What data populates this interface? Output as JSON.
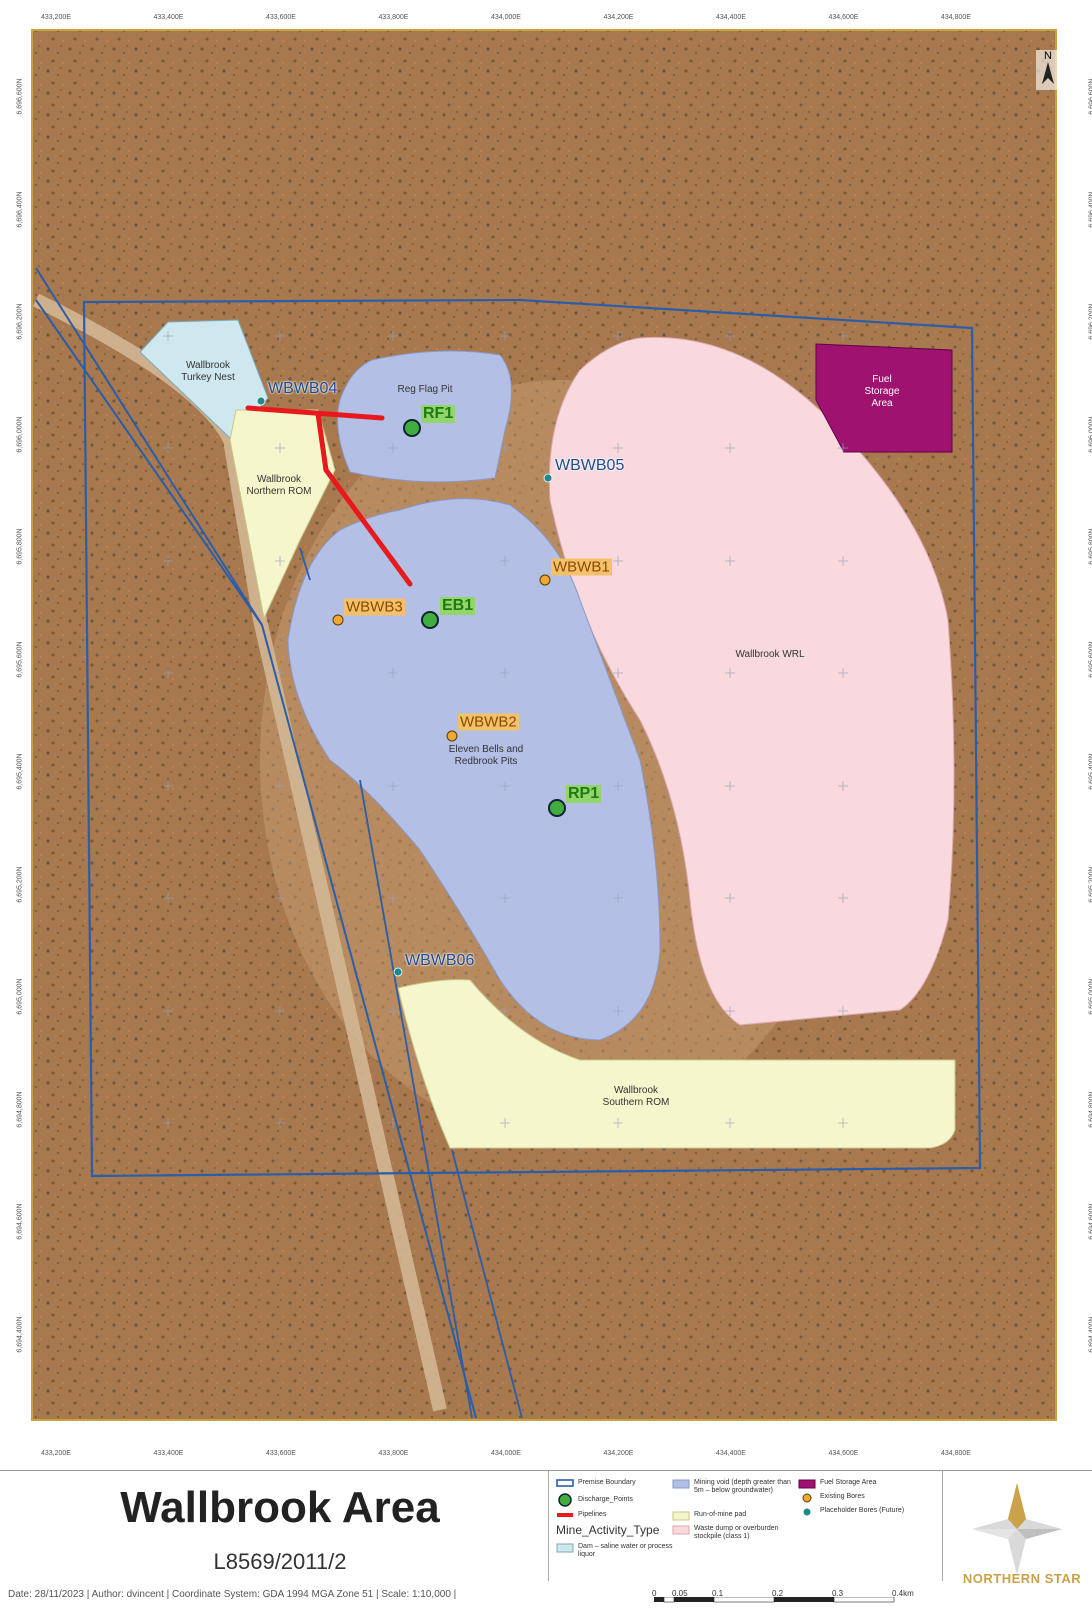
{
  "map": {
    "x_ticks": [
      "433,200E",
      "433,400E",
      "433,600E",
      "433,800E",
      "434,000E",
      "434,200E",
      "434,400E",
      "434,600E",
      "434,800E"
    ],
    "y_ticks": [
      "6,696,600N",
      "6,696,400N",
      "6,696,200N",
      "6,696,000N",
      "6,695,800N",
      "6,695,600N",
      "6,695,400N",
      "6,695,200N",
      "6,695,000N",
      "6,694,800N",
      "6,694,600N",
      "6,694,400N"
    ],
    "north_label": "N",
    "areas": {
      "turkey_nest": "Wallbrook\nTurkey Nest",
      "red_flag_pit": "Reg Flag Pit",
      "northern_rom": "Wallbrook\nNorthern ROM",
      "fuel_storage": "Fuel\nStorage\nArea",
      "wrl": "Wallbrook WRL",
      "eleven_bells": "Eleven Bells and\nRedbrook Pits",
      "southern_rom": "Wallbrook\nSouthern ROM"
    },
    "points": {
      "wbwb04": "WBWB04",
      "wbwb05": "WBWB05",
      "wbwb06": "WBWB06",
      "wbwb1": "WBWB1",
      "wbwb2": "WBWB2",
      "wbwb3": "WBWB3",
      "rf1": "RF1",
      "eb1": "EB1",
      "rp1": "RP1"
    },
    "colors": {
      "satellite": "#a8784e",
      "boundary": "#2a5ea8",
      "mining_void": "#b4bfe6",
      "rom_pad": "#f6f6cc",
      "waste_dump": "#f9d9dd",
      "dam": "#cfe7ee",
      "fuel": "#a0126f",
      "pipeline": "#e8191c",
      "discharge": "#3fae3f",
      "existing_bore": "#f0a830",
      "placeholder_bore": "#1e8a8a"
    }
  },
  "title": "Wallbrook Area",
  "subtitle": "L8569/2011/2",
  "legend": {
    "premises_boundary": "Premise Boundary",
    "discharge_points": "Discharge_Points",
    "pipelines": "Pipelines",
    "mine_activity_type": "Mine_Activity_Type",
    "dam": "Dam – saline water or process liquor",
    "mining_void": "Mining void (depth greater than 5m – below groundwater)",
    "rom_pad": "Run-of-mine pad",
    "waste_dump": "Waste dump or overburden stockpile (class 1)",
    "fuel_storage": "Fuel Storage Area",
    "existing_bores": "Existing Bores",
    "placeholder_bores": "Placeholder Bores (Future)"
  },
  "logo_text": "NORTHERN STAR",
  "footer": "Date: 28/11/2023  |  Author: dvincent  |  Coordinate System: GDA 1994 MGA Zone 51  |  Scale: 1:10,000  |",
  "scale_labels": [
    "0",
    "0.05",
    "0.1",
    "0.2",
    "0.3",
    "0.4km"
  ]
}
